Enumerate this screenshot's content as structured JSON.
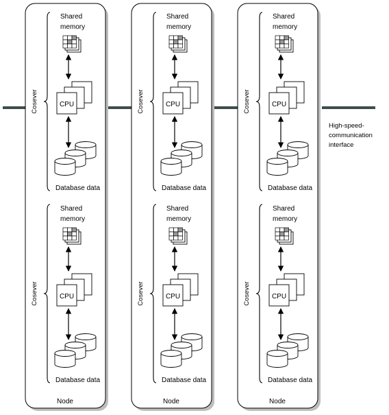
{
  "diagram": {
    "nodes": [
      {
        "label": "Node",
        "coservers": [
          {
            "label": "Cosever",
            "memory_label_line1": "Shared",
            "memory_label_line2": "memory",
            "cpu_label": "CPU",
            "data_label": "Database data"
          },
          {
            "label": "Cosever",
            "memory_label_line1": "Shared",
            "memory_label_line2": "memory",
            "cpu_label": "CPU",
            "data_label": "Database data"
          }
        ]
      },
      {
        "label": "Node",
        "coservers": [
          {
            "label": "Cosever",
            "memory_label_line1": "Shared",
            "memory_label_line2": "memory",
            "cpu_label": "CPU",
            "data_label": "Database data"
          },
          {
            "label": "Cosever",
            "memory_label_line1": "Shared",
            "memory_label_line2": "memory",
            "cpu_label": "CPU",
            "data_label": "Database data"
          }
        ]
      },
      {
        "label": "Node",
        "coservers": [
          {
            "label": "Cosever",
            "memory_label_line1": "Shared",
            "memory_label_line2": "memory",
            "cpu_label": "CPU",
            "data_label": "Database data"
          },
          {
            "label": "Cosever",
            "memory_label_line1": "Shared",
            "memory_label_line2": "memory",
            "cpu_label": "CPU",
            "data_label": "Database data"
          }
        ]
      }
    ],
    "interface_label_line1": "High-speed-",
    "interface_label_line2": "communication",
    "interface_label_line3": "interface",
    "colors": {
      "bus": "#3e4c4c",
      "shadow": "#bdbdbd",
      "grid_shade": "#9a9a9a",
      "outline": "#000000"
    }
  }
}
